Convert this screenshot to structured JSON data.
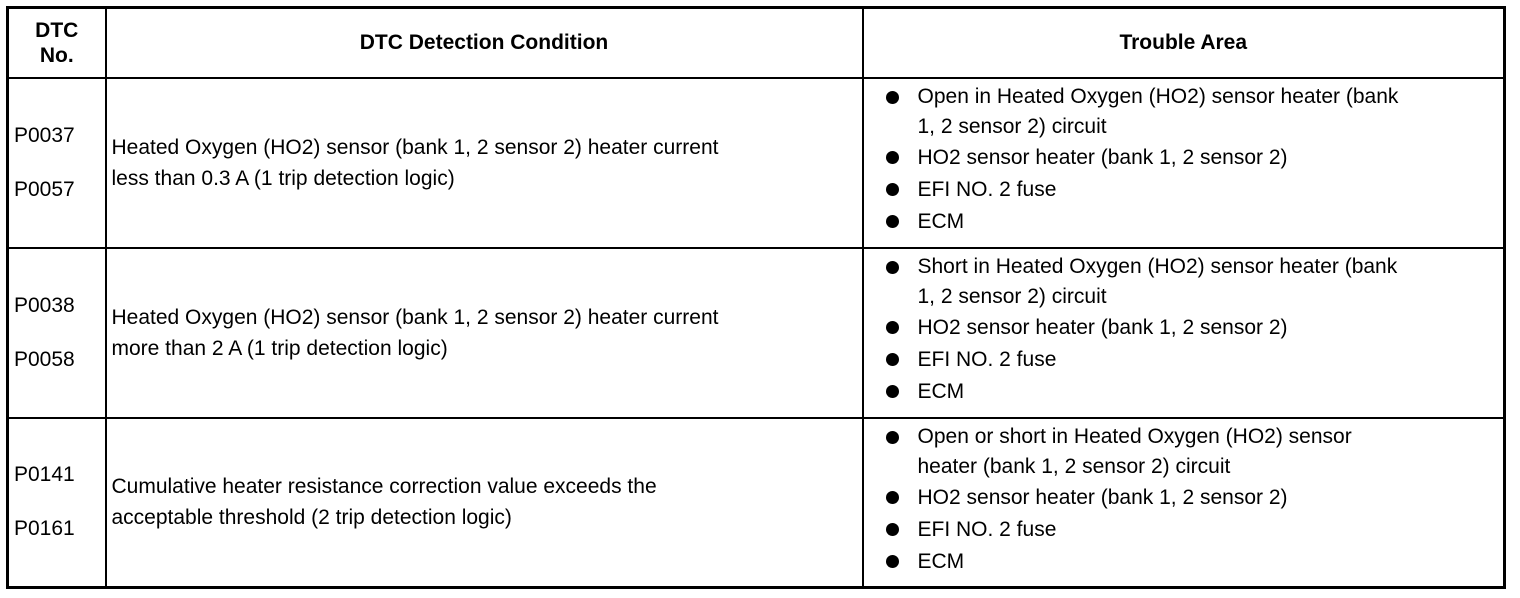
{
  "table": {
    "headers": {
      "no": [
        "DTC",
        "No."
      ],
      "condition": "DTC Detection Condition",
      "trouble_area": "Trouble Area"
    },
    "rows": [
      {
        "codes": [
          "P0037",
          "P0057"
        ],
        "condition_lines": [
          "Heated Oxygen (HO2) sensor (bank 1, 2 sensor 2) heater current",
          "less than 0.3 A (1 trip detection logic)"
        ],
        "areas": [
          [
            "Open in Heated Oxygen (HO2) sensor heater (bank",
            "1, 2 sensor 2) circuit"
          ],
          [
            "HO2 sensor heater (bank 1, 2 sensor 2)"
          ],
          [
            "EFI NO. 2 fuse"
          ],
          [
            "ECM"
          ]
        ]
      },
      {
        "codes": [
          "P0038",
          "P0058"
        ],
        "condition_lines": [
          "Heated Oxygen (HO2) sensor (bank 1, 2 sensor 2) heater current",
          "more than 2 A (1 trip detection logic)"
        ],
        "areas": [
          [
            "Short in Heated Oxygen (HO2) sensor heater (bank",
            "1, 2 sensor 2) circuit"
          ],
          [
            "HO2 sensor heater (bank 1, 2 sensor 2)"
          ],
          [
            "EFI NO. 2 fuse"
          ],
          [
            "ECM"
          ]
        ]
      },
      {
        "codes": [
          "P0141",
          "P0161"
        ],
        "condition_lines": [
          "Cumulative heater resistance correction value exceeds the",
          "acceptable threshold (2 trip detection logic)"
        ],
        "areas": [
          [
            "Open or short in Heated Oxygen (HO2) sensor",
            "heater (bank 1, 2 sensor 2) circuit"
          ],
          [
            "HO2 sensor heater (bank 1, 2 sensor 2)"
          ],
          [
            "EFI NO. 2 fuse"
          ],
          [
            "ECM"
          ]
        ]
      }
    ]
  }
}
